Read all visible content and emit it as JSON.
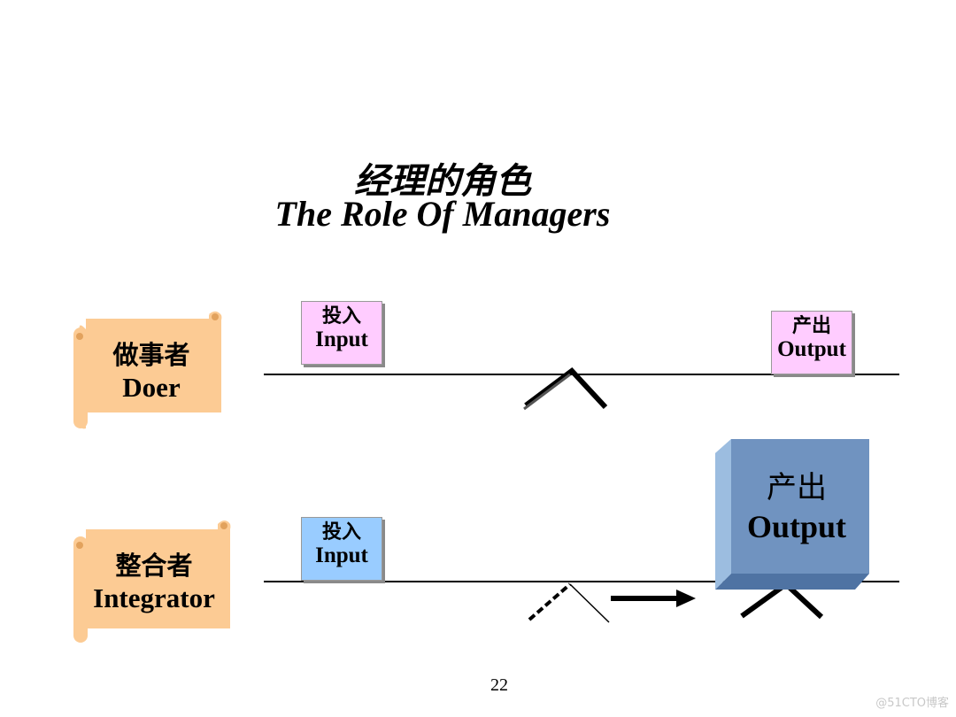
{
  "title": {
    "cn": "经理的角色",
    "en": "The Role Of Managers"
  },
  "rows": [
    {
      "role_cn": "做事者",
      "role_en": "Doer",
      "input_cn": "投入",
      "input_en": "Input",
      "output_cn": "产出",
      "output_en": "Output"
    },
    {
      "role_cn": "整合者",
      "role_en": "Integrator",
      "input_cn": "投入",
      "input_en": "Input",
      "output_cn": "产出",
      "output_en": "Output"
    }
  ],
  "page_number": "22",
  "watermark": "@51CTO博客",
  "colors": {
    "scroll_fill": "#fccb94",
    "tag_doer_fill": "#ffccff",
    "tag_integrator_fill": "#99ccff",
    "big_box_front": "#7093c0",
    "big_box_side": "#9cbde0",
    "big_box_bottom": "#4f73a3"
  }
}
